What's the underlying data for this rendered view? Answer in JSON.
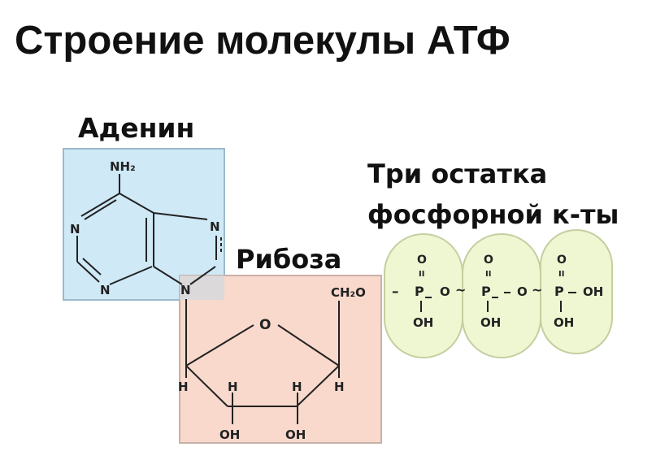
{
  "title": "Строение молекулы АТФ",
  "adenine": {
    "label": "Аденин",
    "atoms": {
      "nh2": "NH₂",
      "n": "N"
    }
  },
  "ribose": {
    "label": "Рибоза",
    "atoms": {
      "o": "O",
      "ch2o": "CH₂O",
      "h": "H",
      "oh": "OH"
    }
  },
  "phosphates": {
    "label_line1": "Три остатка",
    "label_line2": "фосфорной к-ты",
    "atoms": {
      "o": "O",
      "p": "P",
      "oh": "OH",
      "dbl": "II",
      "bridge_o": "O",
      "tilde": "~",
      "dash": "–"
    }
  },
  "colors": {
    "adenine_fill": "#cfe9f7",
    "adenine_border": "#9cb9cc",
    "ribose_fill": "#f8d9cc",
    "ribose_border": "#c9b0a6",
    "phosphate_fill": "#eef7d2",
    "phosphate_border": "#c3cf9f"
  }
}
